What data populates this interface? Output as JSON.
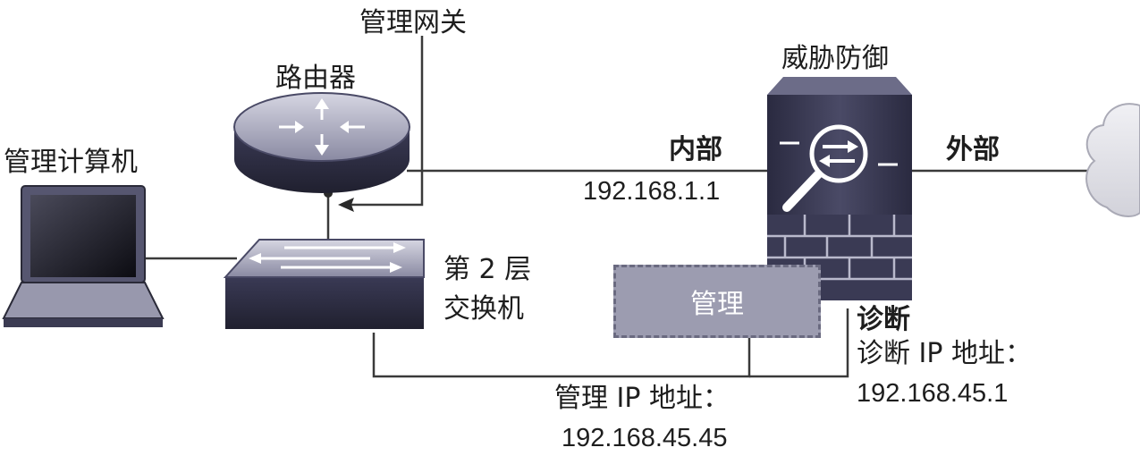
{
  "labels": {
    "mgmt_gateway": "管理网关",
    "router": "路由器",
    "mgmt_computer": "管理计算机",
    "threat_defense": "威胁防御",
    "inside": "内部",
    "inside_ip": "192.168.1.1",
    "outside": "外部",
    "switch_line1": "第 2 层",
    "switch_line2": "交换机",
    "management": "管理",
    "diagnostic": "诊断",
    "diag_ip_label": "诊断 IP 地址：",
    "diag_ip": "192.168.45.1",
    "mgmt_ip_label": "管理 IP 地址：",
    "mgmt_ip": "192.168.45.45"
  },
  "colors": {
    "device_dark": "#2e2e44",
    "device_mid": "#5b5b75",
    "device_light": "#b9b9cc",
    "line": "#3a3a3a",
    "mgmt_box": "#9c9cb0",
    "cloud": "#e3e3e9"
  },
  "icons": [
    "router-icon",
    "switch-icon",
    "laptop-icon",
    "threat-defense-icon",
    "cloud-icon"
  ]
}
